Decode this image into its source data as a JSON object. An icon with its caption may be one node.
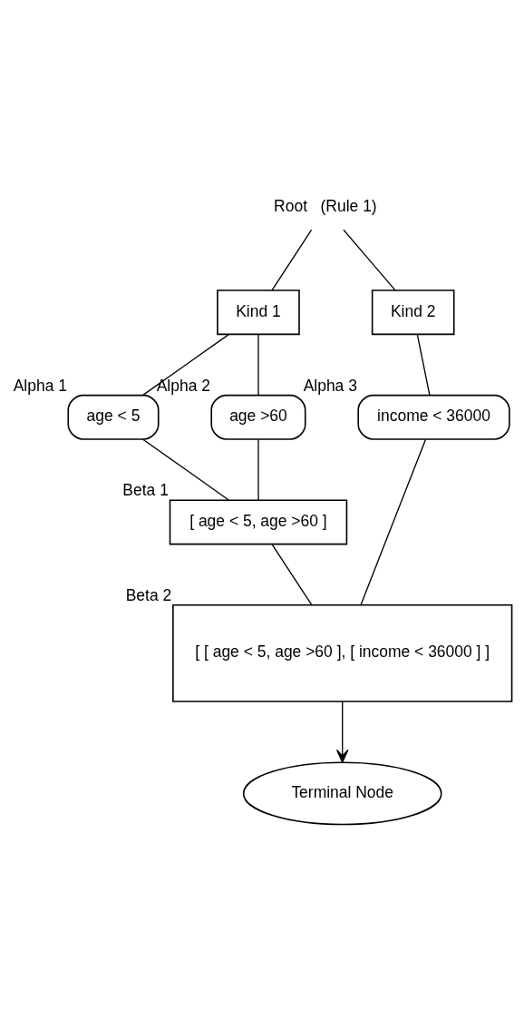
{
  "diagram": {
    "nodes": [
      {
        "text": [
          "Root   (Rule 1)"
        ]
      },
      {
        "text": [
          "Kind 1"
        ]
      },
      {
        "text": [
          "Kind 2"
        ]
      },
      {
        "text": [
          "age < 5"
        ],
        "beside": [
          "Alpha 1"
        ]
      },
      {
        "text": [
          "age >60"
        ],
        "beside": [
          "Alpha 2"
        ]
      },
      {
        "text": [
          "income < 36000"
        ],
        "beside": [
          "Alpha 3"
        ]
      },
      {
        "text": [
          "[ age < 5, age >60 ]"
        ],
        "beside": [
          "Beta 1"
        ]
      },
      {
        "text": [
          "[ [ age < 5, age >60 ], [ income < 36000 ] ]"
        ],
        "beside": [
          "Beta 2"
        ]
      },
      {
        "text": [
          "Terminal Node"
        ]
      }
    ],
    "edges": [
      {
        "from": 0,
        "to": 1,
        "arrow": "none"
      },
      {
        "from": 0,
        "to": 2,
        "arrow": "none"
      },
      {
        "from": 1,
        "to": 3,
        "arrow": "none"
      },
      {
        "from": 1,
        "to": 4,
        "arrow": "none"
      },
      {
        "from": 2,
        "to": 5,
        "arrow": "none"
      },
      {
        "from": 3,
        "to": 6,
        "arrow": "none"
      },
      {
        "from": 4,
        "to": 6,
        "arrow": "none"
      },
      {
        "from": 6,
        "to": 7,
        "arrow": "none"
      },
      {
        "from": 5,
        "to": 7,
        "arrow": "none"
      },
      {
        "from": 7,
        "to": 8,
        "arrow": "to"
      }
    ]
  }
}
